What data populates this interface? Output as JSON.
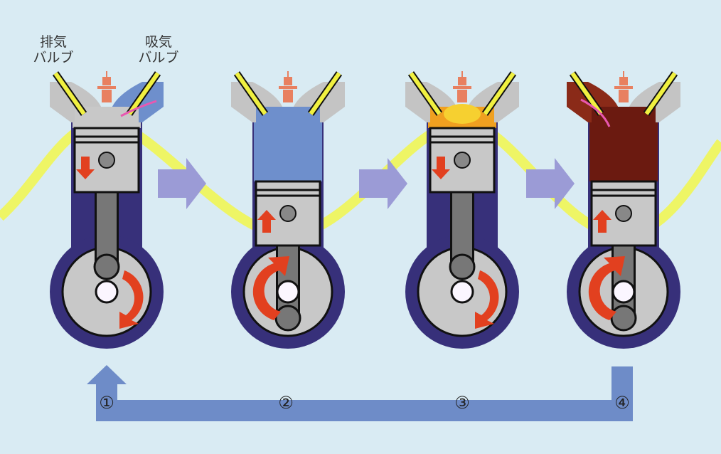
{
  "labels": {
    "exhaust_valve_line1": "排気",
    "exhaust_valve_line2": "バルブ",
    "intake_valve_line1": "吸気",
    "intake_valve_line2": "バルブ"
  },
  "steps": [
    "①",
    "②",
    "③",
    "④"
  ],
  "strokes": [
    {
      "piston": "top",
      "direction": "down",
      "chamber_color": "#c8c8c8",
      "phase": "intake"
    },
    {
      "piston": "bottom",
      "direction": "up",
      "chamber_color": "#6e8fcc",
      "phase": "compression"
    },
    {
      "piston": "top",
      "direction": "down",
      "chamber_color": "#f0a020",
      "phase": "combustion"
    },
    {
      "piston": "bottom",
      "direction": "up",
      "chamber_color": "#6b1a10",
      "phase": "exhaust"
    }
  ],
  "colors": {
    "background": "#d9ebf3",
    "wave": "#eef565",
    "block": "#37307a",
    "piston": "#c8c8c8",
    "arrow_red": "#e2401f",
    "step_arrow": "#9b9bd6",
    "cycle_bar": "#6e8cc8",
    "valve": "#f0f040"
  }
}
